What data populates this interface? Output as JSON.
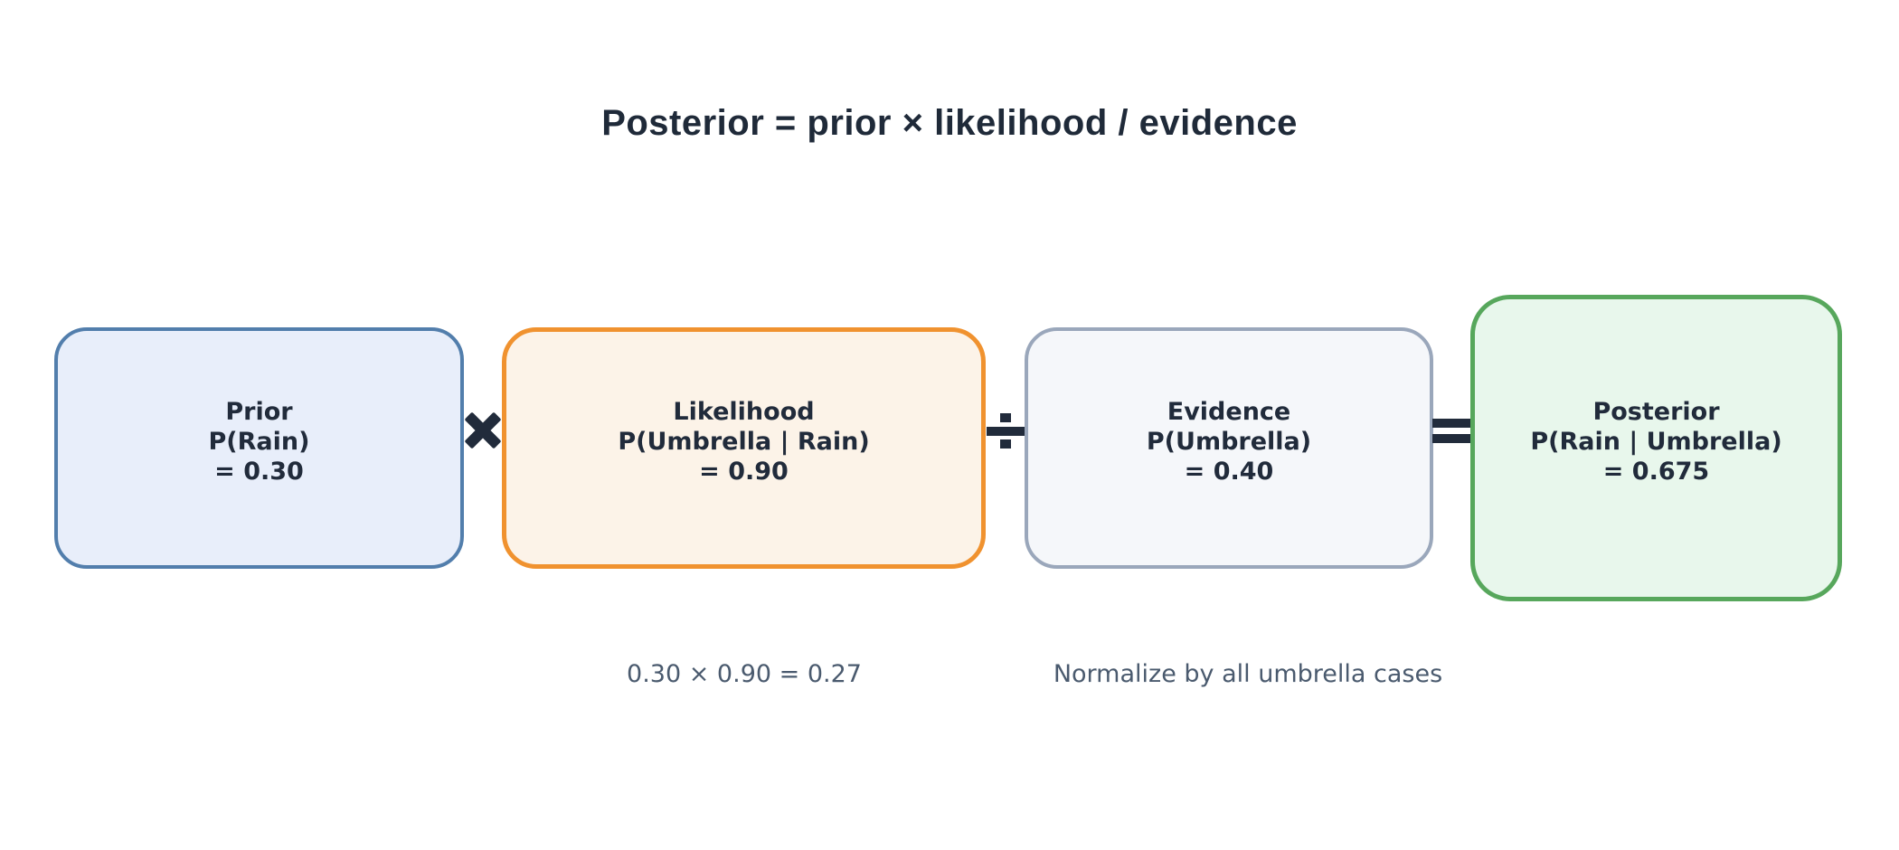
{
  "title": {
    "text": "Posterior = prior × likelihood / evidence"
  },
  "colors": {
    "background": "#FFFFFF",
    "heading": "#1F2A39",
    "box_text": "#212B3B",
    "operator": "#212B3B",
    "caption": "#4A5A6E",
    "prior_fill": "#E8EEFA",
    "prior_border": "#527EAC",
    "likelihood_fill": "#FCF3E8",
    "likelihood_border": "#F0922F",
    "evidence_fill": "#F5F7FA",
    "evidence_border": "#9AA7BB",
    "posterior_fill": "#E8F7EC",
    "posterior_border": "#57A75C"
  },
  "boxes": [
    {
      "name": "prior",
      "label": "Prior",
      "formula": "P(Rain)",
      "value": "= 0.30",
      "fill": "#E8EEFA",
      "border": "#527EAC"
    },
    {
      "name": "likelihood",
      "label": "Likelihood",
      "formula": "P(Umbrella | Rain)",
      "value": "= 0.90",
      "fill": "#FCF3E8",
      "border": "#F0922F"
    },
    {
      "name": "evidence",
      "label": "Evidence",
      "formula": "P(Umbrella)",
      "value": "= 0.40",
      "fill": "#F5F7FA",
      "border": "#9AA7BB"
    },
    {
      "name": "posterior",
      "label": "Posterior",
      "formula": "P(Rain | Umbrella)",
      "value": "= 0.675",
      "fill": "#E8F7EC",
      "border": "#57A75C"
    }
  ],
  "operators": [
    {
      "name": "multiply",
      "symbol": "×"
    },
    {
      "name": "divide",
      "symbol": "÷"
    },
    {
      "name": "equals",
      "symbol": "="
    }
  ],
  "captions": [
    {
      "text": "0.30 × 0.90 = 0.27"
    },
    {
      "text": "Normalize by all umbrella cases"
    }
  ]
}
